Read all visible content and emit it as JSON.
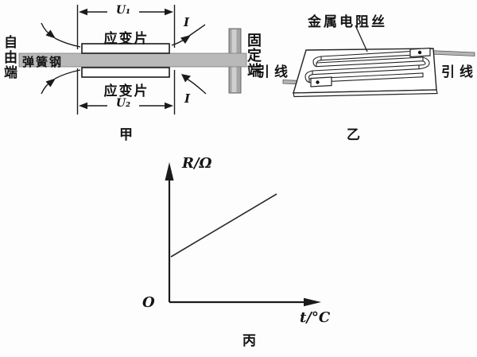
{
  "figure": {
    "diagram_jia": {
      "caption": "甲",
      "free_end_label": "自由端",
      "spring_steel_label": "弹簧钢",
      "strain_gauge_top_label": "应变片",
      "strain_gauge_bottom_label": "应变片",
      "dim_top_label": "U₁",
      "dim_bottom_label": "U₂",
      "current_top_label": "I",
      "current_bottom_label": "I",
      "fixed_end_label": "固定端"
    },
    "diagram_yi": {
      "caption": "乙",
      "metal_wire_label": "金属电阻丝",
      "lead_left_label": "引线",
      "lead_right_label": "引线"
    },
    "diagram_bing": {
      "caption": "丙",
      "y_axis_label": "R/Ω",
      "x_axis_label": "t/°C",
      "origin_label": "O"
    }
  },
  "chart_data": {
    "type": "line",
    "title": "丙",
    "xlabel": "t/°C",
    "ylabel": "R/Ω",
    "origin_label": "O",
    "axis_ticks": "none (schematic axes, no numeric labels)",
    "grid": false,
    "legend": false,
    "series": [
      {
        "name": "R vs t (metal resistance wire)",
        "x_axis_fraction": [
          0.0,
          0.74
        ],
        "y_axis_fraction": [
          0.33,
          0.78
        ],
        "shape": "straight line, positive y-intercept, positive constant slope"
      }
    ]
  },
  "colors": {
    "background": "#fdfdfd",
    "line_art": "#1b1b1b",
    "beam_gray": "#b9b9b9",
    "post_gray": "#a5a5a5",
    "post_highlight": "#cfcfcf",
    "lead_gray": "#b5b5b5",
    "gauge_fill": "#ffffff"
  }
}
